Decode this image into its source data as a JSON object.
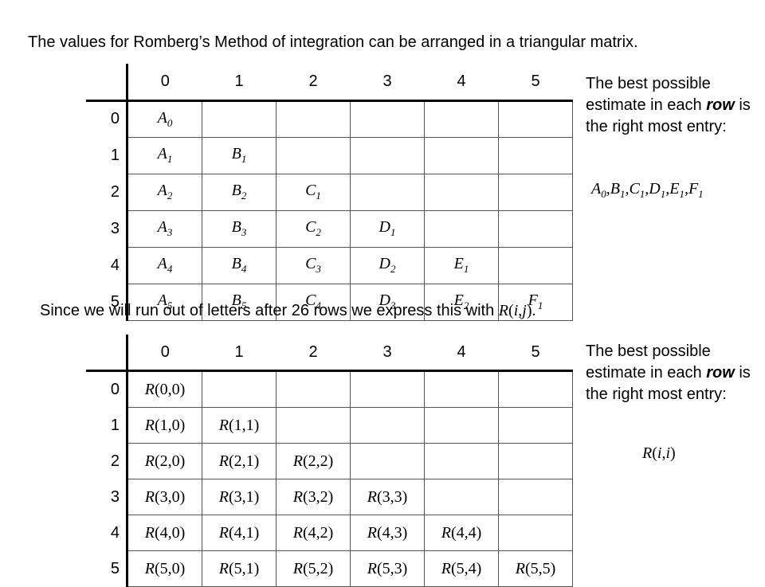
{
  "intro_text": "The values for Romberg’s Method of integration can be arranged in a triangular matrix.",
  "col_headers": [
    "0",
    "1",
    "2",
    "3",
    "4",
    "5"
  ],
  "row_headers": [
    "0",
    "1",
    "2",
    "3",
    "4",
    "5"
  ],
  "table1": [
    [
      [
        "A",
        "0"
      ]
    ],
    [
      [
        "A",
        "1"
      ],
      [
        "B",
        "1"
      ]
    ],
    [
      [
        "A",
        "2"
      ],
      [
        "B",
        "2"
      ],
      [
        "C",
        "1"
      ]
    ],
    [
      [
        "A",
        "3"
      ],
      [
        "B",
        "3"
      ],
      [
        "C",
        "2"
      ],
      [
        "D",
        "1"
      ]
    ],
    [
      [
        "A",
        "4"
      ],
      [
        "B",
        "4"
      ],
      [
        "C",
        "3"
      ],
      [
        "D",
        "2"
      ],
      [
        "E",
        "1"
      ]
    ],
    [
      [
        "A",
        "5"
      ],
      [
        "B",
        "5"
      ],
      [
        "C",
        "4"
      ],
      [
        "D",
        "3"
      ],
      [
        "E",
        "2"
      ],
      [
        "F",
        "1"
      ]
    ]
  ],
  "note1": {
    "prefix": "The best possible estimate in each",
    "emph": "row",
    "suffix": "is the right most entry:"
  },
  "answer1": [
    [
      "A",
      "0"
    ],
    [
      "B",
      "1"
    ],
    [
      "C",
      "1"
    ],
    [
      "D",
      "1"
    ],
    [
      "E",
      "1"
    ],
    [
      "F",
      "1"
    ]
  ],
  "since_text_prefix": "Since we will run out of letters after 26 rows we express this with",
  "since_text_math": "R(i,j).",
  "table2": [
    [
      "R(0,0)"
    ],
    [
      "R(1,0)",
      "R(1,1)"
    ],
    [
      "R(2,0)",
      "R(2,1)",
      "R(2,2)"
    ],
    [
      "R(3,0)",
      "R(3,1)",
      "R(3,2)",
      "R(3,3)"
    ],
    [
      "R(4,0)",
      "R(4,1)",
      "R(4,2)",
      "R(4,3)",
      "R(4,4)"
    ],
    [
      "R(5,0)",
      "R(5,1)",
      "R(5,2)",
      "R(5,3)",
      "R(5,4)",
      "R(5,5)"
    ]
  ],
  "note2": {
    "prefix": "The best possible estimate in each",
    "emph": "row",
    "suffix": "is the right most entry:"
  },
  "answer2": "R(i,i)"
}
